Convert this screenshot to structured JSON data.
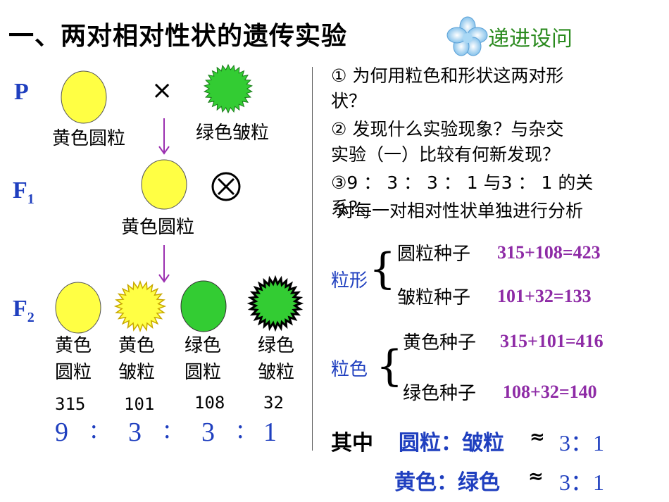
{
  "title": "一、两对相对性状的遗传实验",
  "badge": {
    "label": "递进设问",
    "icon": "flower-icon"
  },
  "cross": {
    "gen_p": "P",
    "gen_f1": "F",
    "gen_f1_sub": "1",
    "gen_f2": "F",
    "gen_f2_sub": "2",
    "cross_symbol": "×",
    "self_symbol": "⊗",
    "parent1": "黄色圆粒",
    "parent2": "绿色皱粒",
    "f1": "黄色圆粒",
    "f2": [
      {
        "line1": "黄色",
        "line2": "圆粒",
        "count": "315"
      },
      {
        "line1": "黄色",
        "line2": "皱粒",
        "count": "101"
      },
      {
        "line1": "绿色",
        "line2": "圆粒",
        "count": "108"
      },
      {
        "line1": "绿色",
        "line2": "皱粒",
        "count": "32"
      }
    ],
    "ratio": [
      "9",
      "3",
      "3",
      "1"
    ],
    "ratio_sep": ":"
  },
  "colors": {
    "yellow": "#ffff44",
    "green": "#33cc33",
    "blue": "#1f3fbf",
    "purple": "#8e2ba6"
  },
  "questions": {
    "q1": "① 为何用粒色和形状这两对形",
    "q1b": "状？",
    "q2": "② 发现什么实验现象？与杂交",
    "q2b": "实验（一）比较有何新发现？",
    "q3": "③9 ： 3 ： 3 ： 1 与3 ： 1 的关",
    "q3b": "系？",
    "analysis": "对每一对相对性状单独进行分析"
  },
  "analysis": {
    "shape_label": "粒形",
    "round_label": "圆粒种子",
    "round_calc": "315+108=423",
    "wrinkled_label": "皱粒种子",
    "wrinkled_calc": "101+32=133",
    "color_label": "粒色",
    "yellow_label": "黄色种子",
    "yellow_calc": "315+101=416",
    "green_label": "绿色种子",
    "green_calc": "108+32=140"
  },
  "summary": {
    "prefix": "其中",
    "shape": "圆粒：皱粒",
    "color": "黄色：绿色",
    "approx": "≈",
    "ratio": "3：1"
  }
}
